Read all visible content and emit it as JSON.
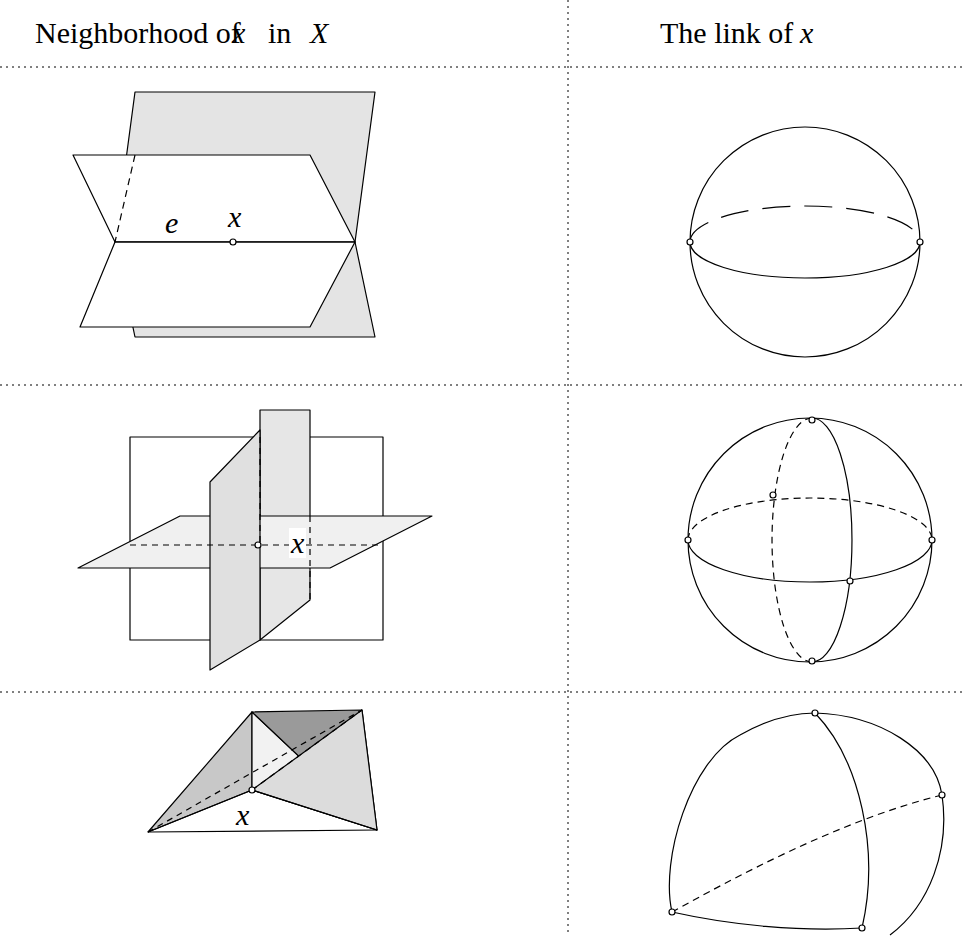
{
  "diagram": {
    "labels": [
      "Neighborhood of",
      "x",
      "in",
      "X",
      "The link of",
      "x",
      "e",
      "x",
      "x",
      "x"
    ]
  }
}
